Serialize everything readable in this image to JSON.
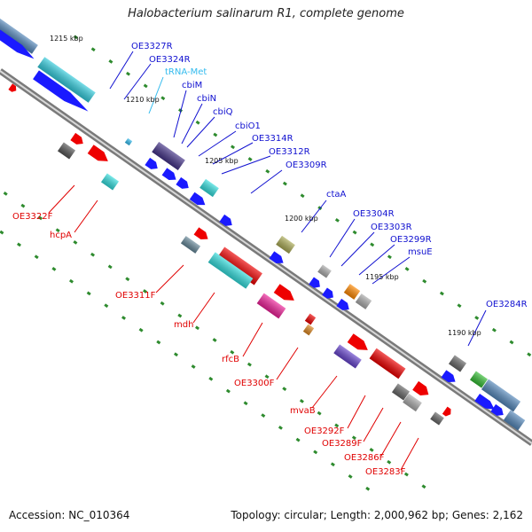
{
  "title": "Halobacterium salinarum R1, complete genome",
  "footer": {
    "accession": "Accession: NC_010364",
    "topology": "Topology: circular; Length: 2,000,962 bp; Genes: 2,162"
  },
  "ticks": [
    "1215 kbp",
    "1210 kbp",
    "1205 kbp",
    "1200 kbp",
    "1195 kbp",
    "1190 kbp"
  ],
  "colors": {
    "forward_label": "#1010d0",
    "reverse_label": "#e00000",
    "trna_label": "#33bbee",
    "backbone": "#808080",
    "tick_dash": "#2e8b2e"
  },
  "genes_top": [
    "OE3327R",
    "OE3324R",
    "tRNA-Met",
    "cbiM",
    "cbiN",
    "cbiQ",
    "cbiO1",
    "OE3314R",
    "OE3312R",
    "OE3309R",
    "ctaA",
    "OE3304R",
    "OE3303R",
    "OE3299R",
    "msuE",
    "OE3284R"
  ],
  "genes_bottom": [
    "OE3322F",
    "hcpA",
    "OE3311F",
    "mdh",
    "rfcB",
    "OE3300F",
    "mvaB",
    "OE3292F",
    "OE3289F",
    "OE3286F",
    "OE3283F"
  ]
}
